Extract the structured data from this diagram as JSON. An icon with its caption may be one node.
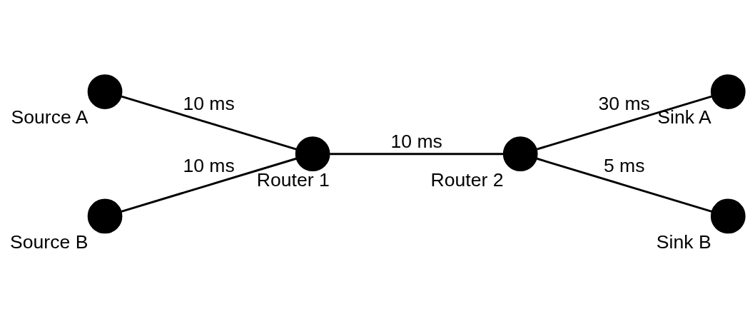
{
  "diagram": {
    "nodes": [
      {
        "text": [
          "Source A"
        ]
      },
      {
        "text": [
          "Source B"
        ]
      },
      {
        "text": [
          "Router 1"
        ]
      },
      {
        "text": [
          "Router 2"
        ]
      },
      {
        "text": [
          "Sink A"
        ]
      },
      {
        "text": [
          "Sink B"
        ]
      }
    ],
    "edges": [
      {
        "from": 0,
        "to": 2,
        "arrow": "none",
        "label": "10 ms"
      },
      {
        "from": 1,
        "to": 2,
        "arrow": "none",
        "label": "10 ms"
      },
      {
        "from": 2,
        "to": 3,
        "arrow": "none",
        "label": "10 ms"
      },
      {
        "from": 3,
        "to": 4,
        "arrow": "none",
        "label": "30 ms"
      },
      {
        "from": 3,
        "to": 5,
        "arrow": "none",
        "label": "5 ms"
      }
    ]
  }
}
